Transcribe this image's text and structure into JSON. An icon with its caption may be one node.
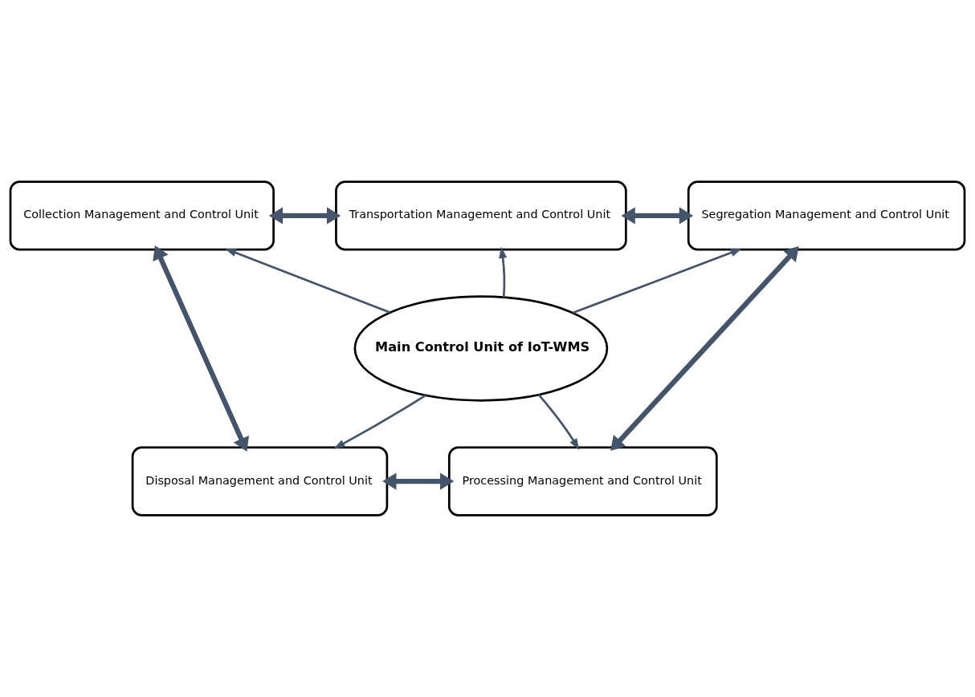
{
  "diagram": {
    "nodes": [
      {
        "text": [
          "Collection Management and Control Unit"
        ]
      },
      {
        "text": [
          "Transportation Management and Control Unit"
        ]
      },
      {
        "text": [
          "Segregation Management and Control Unit"
        ]
      },
      {
        "text": [
          "Main Control Unit of IoT-WMS"
        ]
      },
      {
        "text": [
          "Disposal Management and Control Unit"
        ]
      },
      {
        "text": [
          "Processing Management and Control Unit"
        ]
      }
    ],
    "edges": [
      {
        "from": 0,
        "to": 1,
        "arrow": "both",
        "style": "thick"
      },
      {
        "from": 1,
        "to": 2,
        "arrow": "both",
        "style": "thick"
      },
      {
        "from": 3,
        "to": 0,
        "arrow": "to"
      },
      {
        "from": 3,
        "to": 1,
        "arrow": "to"
      },
      {
        "from": 3,
        "to": 2,
        "arrow": "to"
      },
      {
        "from": 0,
        "to": 4,
        "arrow": "both",
        "style": "thick"
      },
      {
        "from": 2,
        "to": 5,
        "arrow": "both",
        "style": "thick"
      },
      {
        "from": 3,
        "to": 4,
        "arrow": "to"
      },
      {
        "from": 3,
        "to": 5,
        "arrow": "to"
      },
      {
        "from": 4,
        "to": 5,
        "arrow": "both",
        "style": "thick"
      }
    ]
  }
}
